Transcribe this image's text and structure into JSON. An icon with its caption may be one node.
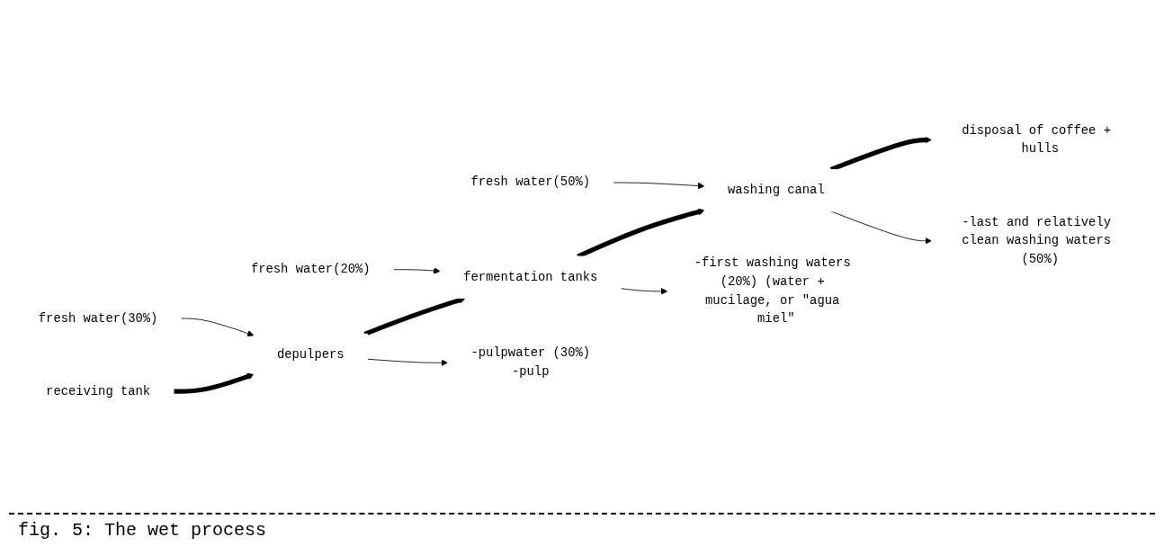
{
  "diagram": {
    "caption": "fig. 5: The wet process",
    "nodes": [
      {
        "text": [
          "fresh water(30%)"
        ]
      },
      {
        "text": [
          "fresh water(20%)"
        ]
      },
      {
        "text": [
          "fresh water(50%)"
        ]
      },
      {
        "text": [
          "receiving tank"
        ]
      },
      {
        "text": [
          "depulpers"
        ]
      },
      {
        "text": [
          "fermentation tanks"
        ]
      },
      {
        "text": [
          "washing canal"
        ]
      },
      {
        "text": [
          "disposal of coffee + hulls"
        ]
      },
      {
        "text": [
          "-pulpwater (30%)",
          "-pulp"
        ]
      },
      {
        "text": [
          "-first washing waters (20%) (water + mucilage, or \"agua miel\""
        ]
      },
      {
        "text": [
          "-last and relatively clean washing waters (50%)"
        ]
      }
    ],
    "edges": [
      {
        "from": 0,
        "to": 4,
        "arrow": "to"
      },
      {
        "from": 1,
        "to": 5,
        "arrow": "to"
      },
      {
        "from": 2,
        "to": 6,
        "arrow": "to"
      },
      {
        "from": 3,
        "to": 4,
        "arrow": "to",
        "style": "thick"
      },
      {
        "from": 4,
        "to": 5,
        "arrow": "to",
        "style": "thick"
      },
      {
        "from": 5,
        "to": 6,
        "arrow": "to",
        "style": "thick"
      },
      {
        "from": 6,
        "to": 7,
        "arrow": "to",
        "style": "thick"
      },
      {
        "from": 4,
        "to": 8,
        "arrow": "to"
      },
      {
        "from": 5,
        "to": 9,
        "arrow": "to"
      },
      {
        "from": 6,
        "to": 10,
        "arrow": "to"
      }
    ]
  }
}
